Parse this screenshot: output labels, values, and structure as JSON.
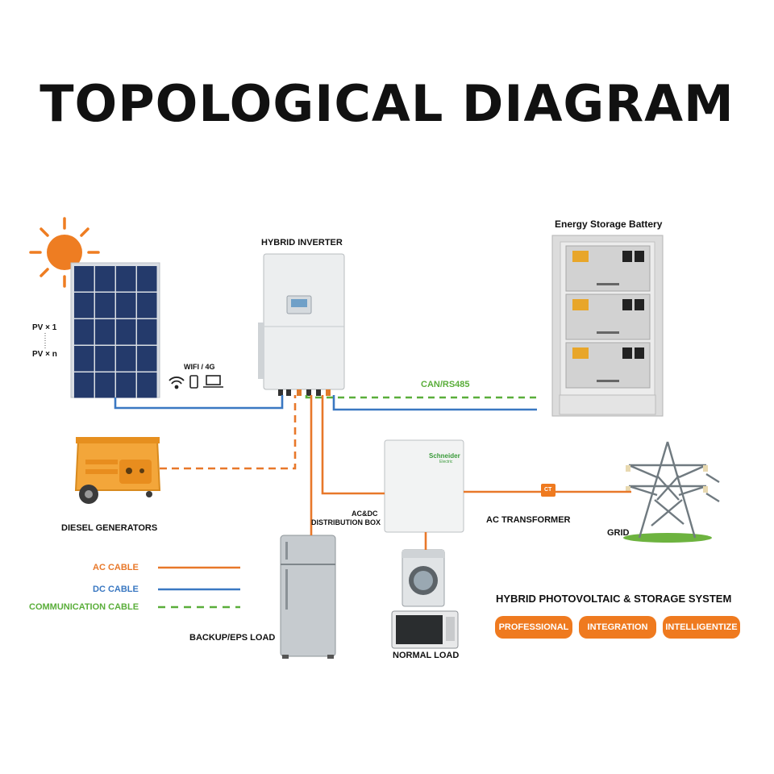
{
  "title": "TOPOLOGICAL DIAGRAM",
  "components": {
    "pv_label_1": "PV × 1",
    "pv_label_n": "PV × n",
    "wifi_label": "WIFI / 4G",
    "hybrid_inverter": "HYBRID INVERTER",
    "battery": "Energy Storage Battery",
    "can_label": "CAN/RS485",
    "diesel": "DIESEL GENERATORS",
    "distribution_box_1": "AC&DC",
    "distribution_box_2": "DISTRIBUTION BOX",
    "ac_transformer": "AC TRANSFORMER",
    "ct_label": "CT",
    "grid": "GRID",
    "backup_load": "BACKUP/EPS LOAD",
    "normal_load": "NORMAL LOAD",
    "schneider": "Schneider",
    "schneider_sub": "Electric"
  },
  "legend": {
    "ac": "AC CABLE",
    "dc": "DC CABLE",
    "comm": "COMMUNICATION CABLE"
  },
  "system": {
    "title": "HYBRID PHOTOVOLTAIC & STORAGE SYSTEM",
    "tags": [
      "PROFESSIONAL",
      "INTEGRATION",
      "INTELLIGENTIZE"
    ]
  },
  "colors": {
    "ac_cable": "#e8782a",
    "dc_cable": "#3a78c2",
    "comm_cable": "#5aae3a",
    "accent": "#ef7a1f"
  }
}
